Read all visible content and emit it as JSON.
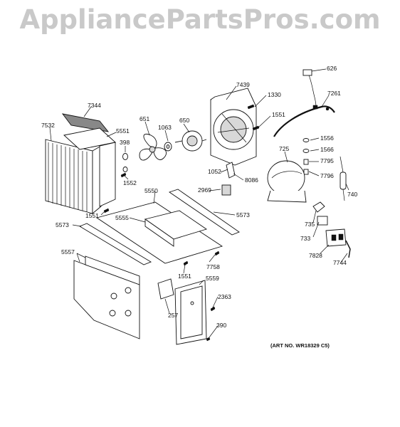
{
  "watermark": "AppliancePartsPros.com",
  "art_number": "(ART NO. WR18329 C5)",
  "callouts": {
    "c626": "626",
    "c7261": "7261",
    "c7439": "7439",
    "c1330": "1330",
    "c1551a": "1551",
    "c7344": "7344",
    "c7532": "7532",
    "c5551": "5551",
    "c398": "398",
    "c651": "651",
    "c1063": "1063",
    "c650": "650",
    "c1552": "1552",
    "c1556": "1556",
    "c1566": "1566",
    "c725": "725",
    "c7795": "7795",
    "c7796": "7796",
    "c740": "740",
    "c1052": "1052",
    "c8086": "8086",
    "c2969": "2969",
    "c5550": "5550",
    "c1551b": "1551",
    "c5555": "5555",
    "c5573a": "5573",
    "c5573b": "5573",
    "c735": "735",
    "c733": "733",
    "c7828": "7828",
    "c7744": "7744",
    "c5557": "5557",
    "c7758": "7758",
    "c1551c": "1551",
    "c5559": "5559",
    "c257": "257",
    "c2363": "2363",
    "c390": "390"
  }
}
